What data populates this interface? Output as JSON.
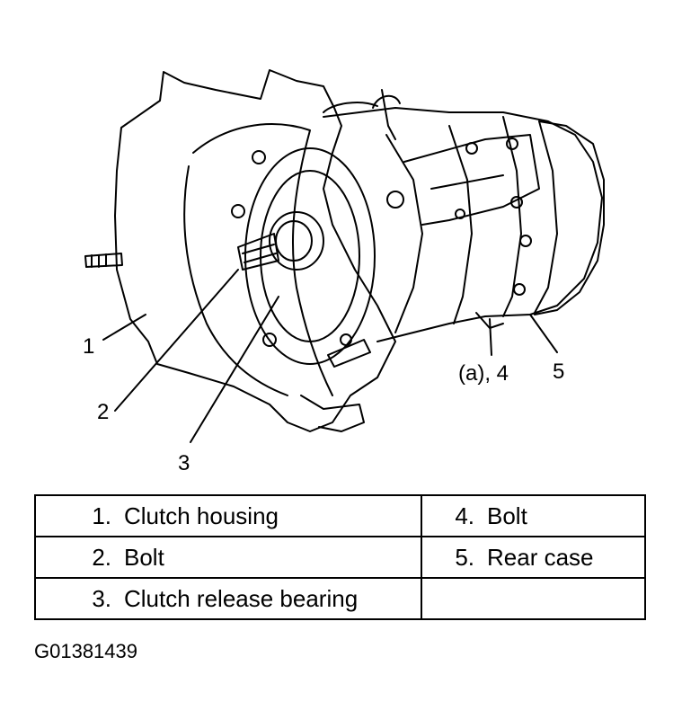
{
  "callouts": {
    "c1": "1",
    "c2": "2",
    "c3": "3",
    "c4": "(a), 4",
    "c5": "5"
  },
  "legend": {
    "rows": [
      {
        "left_num": "1.",
        "left_label": "Clutch housing",
        "right_num": "4.",
        "right_label": "Bolt"
      },
      {
        "left_num": "2.",
        "left_label": "Bolt",
        "right_num": "5.",
        "right_label": "Rear case"
      },
      {
        "left_num": "3.",
        "left_label": "Clutch release bearing",
        "right_num": "",
        "right_label": ""
      }
    ]
  },
  "figure_id": "G01381439"
}
